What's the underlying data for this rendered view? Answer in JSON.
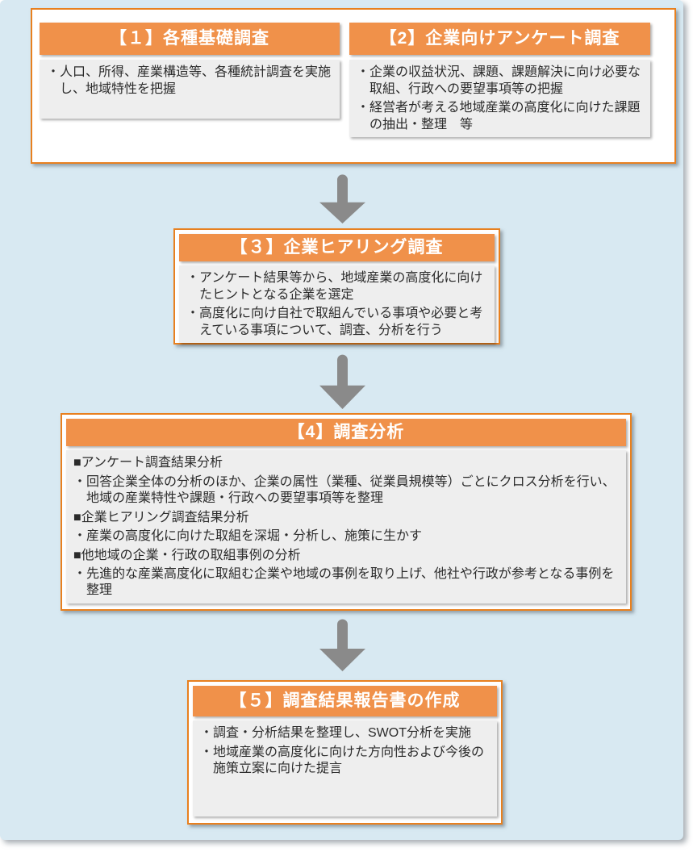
{
  "colors": {
    "panel_background": "#D8E9F2",
    "card_background": "#FFFFFF",
    "header_orange": "#F0914A",
    "border_orange": "#E8801F",
    "body_gray": "#EEEEEE",
    "arrow_gray": "#8A8A8A",
    "text_color": "#2B2B2B",
    "header_text": "#FFFFFF"
  },
  "steps": {
    "step1": {
      "title": "【１】各種基礎調査",
      "items": [
        "・人口、所得、産業構造等、各種統計調査を実施し、地域特性を把握"
      ]
    },
    "step2": {
      "title": "【2】企業向けアンケート調査",
      "items": [
        "・企業の収益状況、課題、課題解決に向け必要な取組、行政への要望事項等の把握",
        "・経営者が考える地域産業の高度化に向けた課題の抽出・整理　等"
      ]
    },
    "step3": {
      "title": "【３】企業ヒアリング調査",
      "items": [
        "・アンケート結果等から、地域産業の高度化に向けたヒントとなる企業を選定",
        "・高度化に向け自社で取組んでいる事項や必要と考えている事項について、調査、分析を行う"
      ]
    },
    "step4": {
      "title": "【4】調査分析",
      "items": [
        "■アンケート調査結果分析",
        "・回答企業全体の分析のほか、企業の属性（業種、従業員規模等）ごとにクロス分析を行い、地域の産業特性や課題・行政への要望事項等を整理",
        "■企業ヒアリング調査結果分析",
        "・産業の高度化に向けた取組を深堀・分析し、施策に生かす",
        "■他地域の企業・行政の取組事例の分析",
        "・先進的な産業高度化に取組む企業や地域の事例を取り上げ、他社や行政が参考となる事例を整理"
      ]
    },
    "step5": {
      "title": "【５】調査結果報告書の作成",
      "items": [
        "・調査・分析結果を整理し、SWOT分析を実施",
        "・地域産業の高度化に向けた方向性および今後の施策立案に向けた提言"
      ]
    }
  }
}
